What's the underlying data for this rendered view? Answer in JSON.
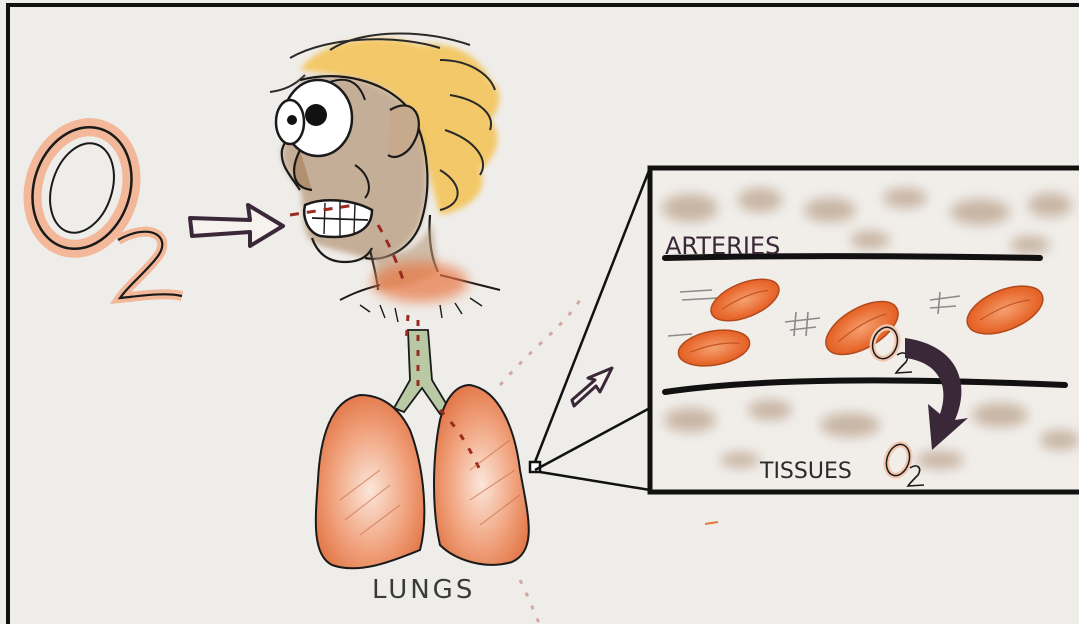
{
  "labels": {
    "o2_big_letter": "O",
    "o2_big_sub": "2",
    "arteries": "ARTERIES",
    "tissues": "TISSUES",
    "o2_small_letter": "O",
    "o2_small_sub": "2",
    "o2_tissue_letter": "O",
    "o2_tissue_sub": "2",
    "lungs": "LUNGS"
  },
  "colors": {
    "paper": "#efedea",
    "outline": "#1a1a1a",
    "oxygen_orange": "#e8743f",
    "blood_red": "#9a2a1e",
    "hair_yellow": "#f2c24a",
    "skin_brown": "#a98f72",
    "arrow_purple": "#3a2838",
    "trachea_green": "#b9c9a4"
  }
}
